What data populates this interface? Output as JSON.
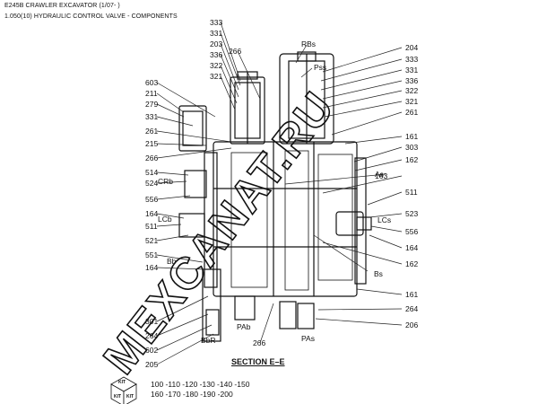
{
  "header": {
    "model": "E245B CRAWLER EXCAVATOR (1/07- )",
    "group": "1.050(10) HYDRAULIC CONTROL VALVE - COMPONENTS"
  },
  "section_title": "SECTION E–E",
  "watermark": "MEXCANAT.RU",
  "kit_icon_label": "KIT",
  "kit_numbers": {
    "row1": "100 -110 -120 -130 -140 -150",
    "row2": "160 -170 -180 -190 -200"
  },
  "callouts_left": [
    "333",
    "331",
    "203",
    "336",
    "322",
    "321",
    "603",
    "211",
    "279",
    "331",
    "261",
    "215",
    "266",
    "514",
    "524",
    "556",
    "164",
    "511",
    "521",
    "551",
    "164",
    "301",
    "264",
    "602",
    "205"
  ],
  "callouts_right": [
    "204",
    "333",
    "331",
    "336",
    "322",
    "321",
    "261",
    "161",
    "303",
    "162",
    "163",
    "511",
    "523",
    "556",
    "164",
    "162",
    "161",
    "264",
    "206"
  ],
  "callouts_center": [
    "266",
    "266"
  ],
  "port_labels": [
    "RBs",
    "Pss",
    "CRb",
    "LCb",
    "Bb",
    "As",
    "LCs",
    "Bs",
    "PAb",
    "BbR",
    "PAs"
  ]
}
